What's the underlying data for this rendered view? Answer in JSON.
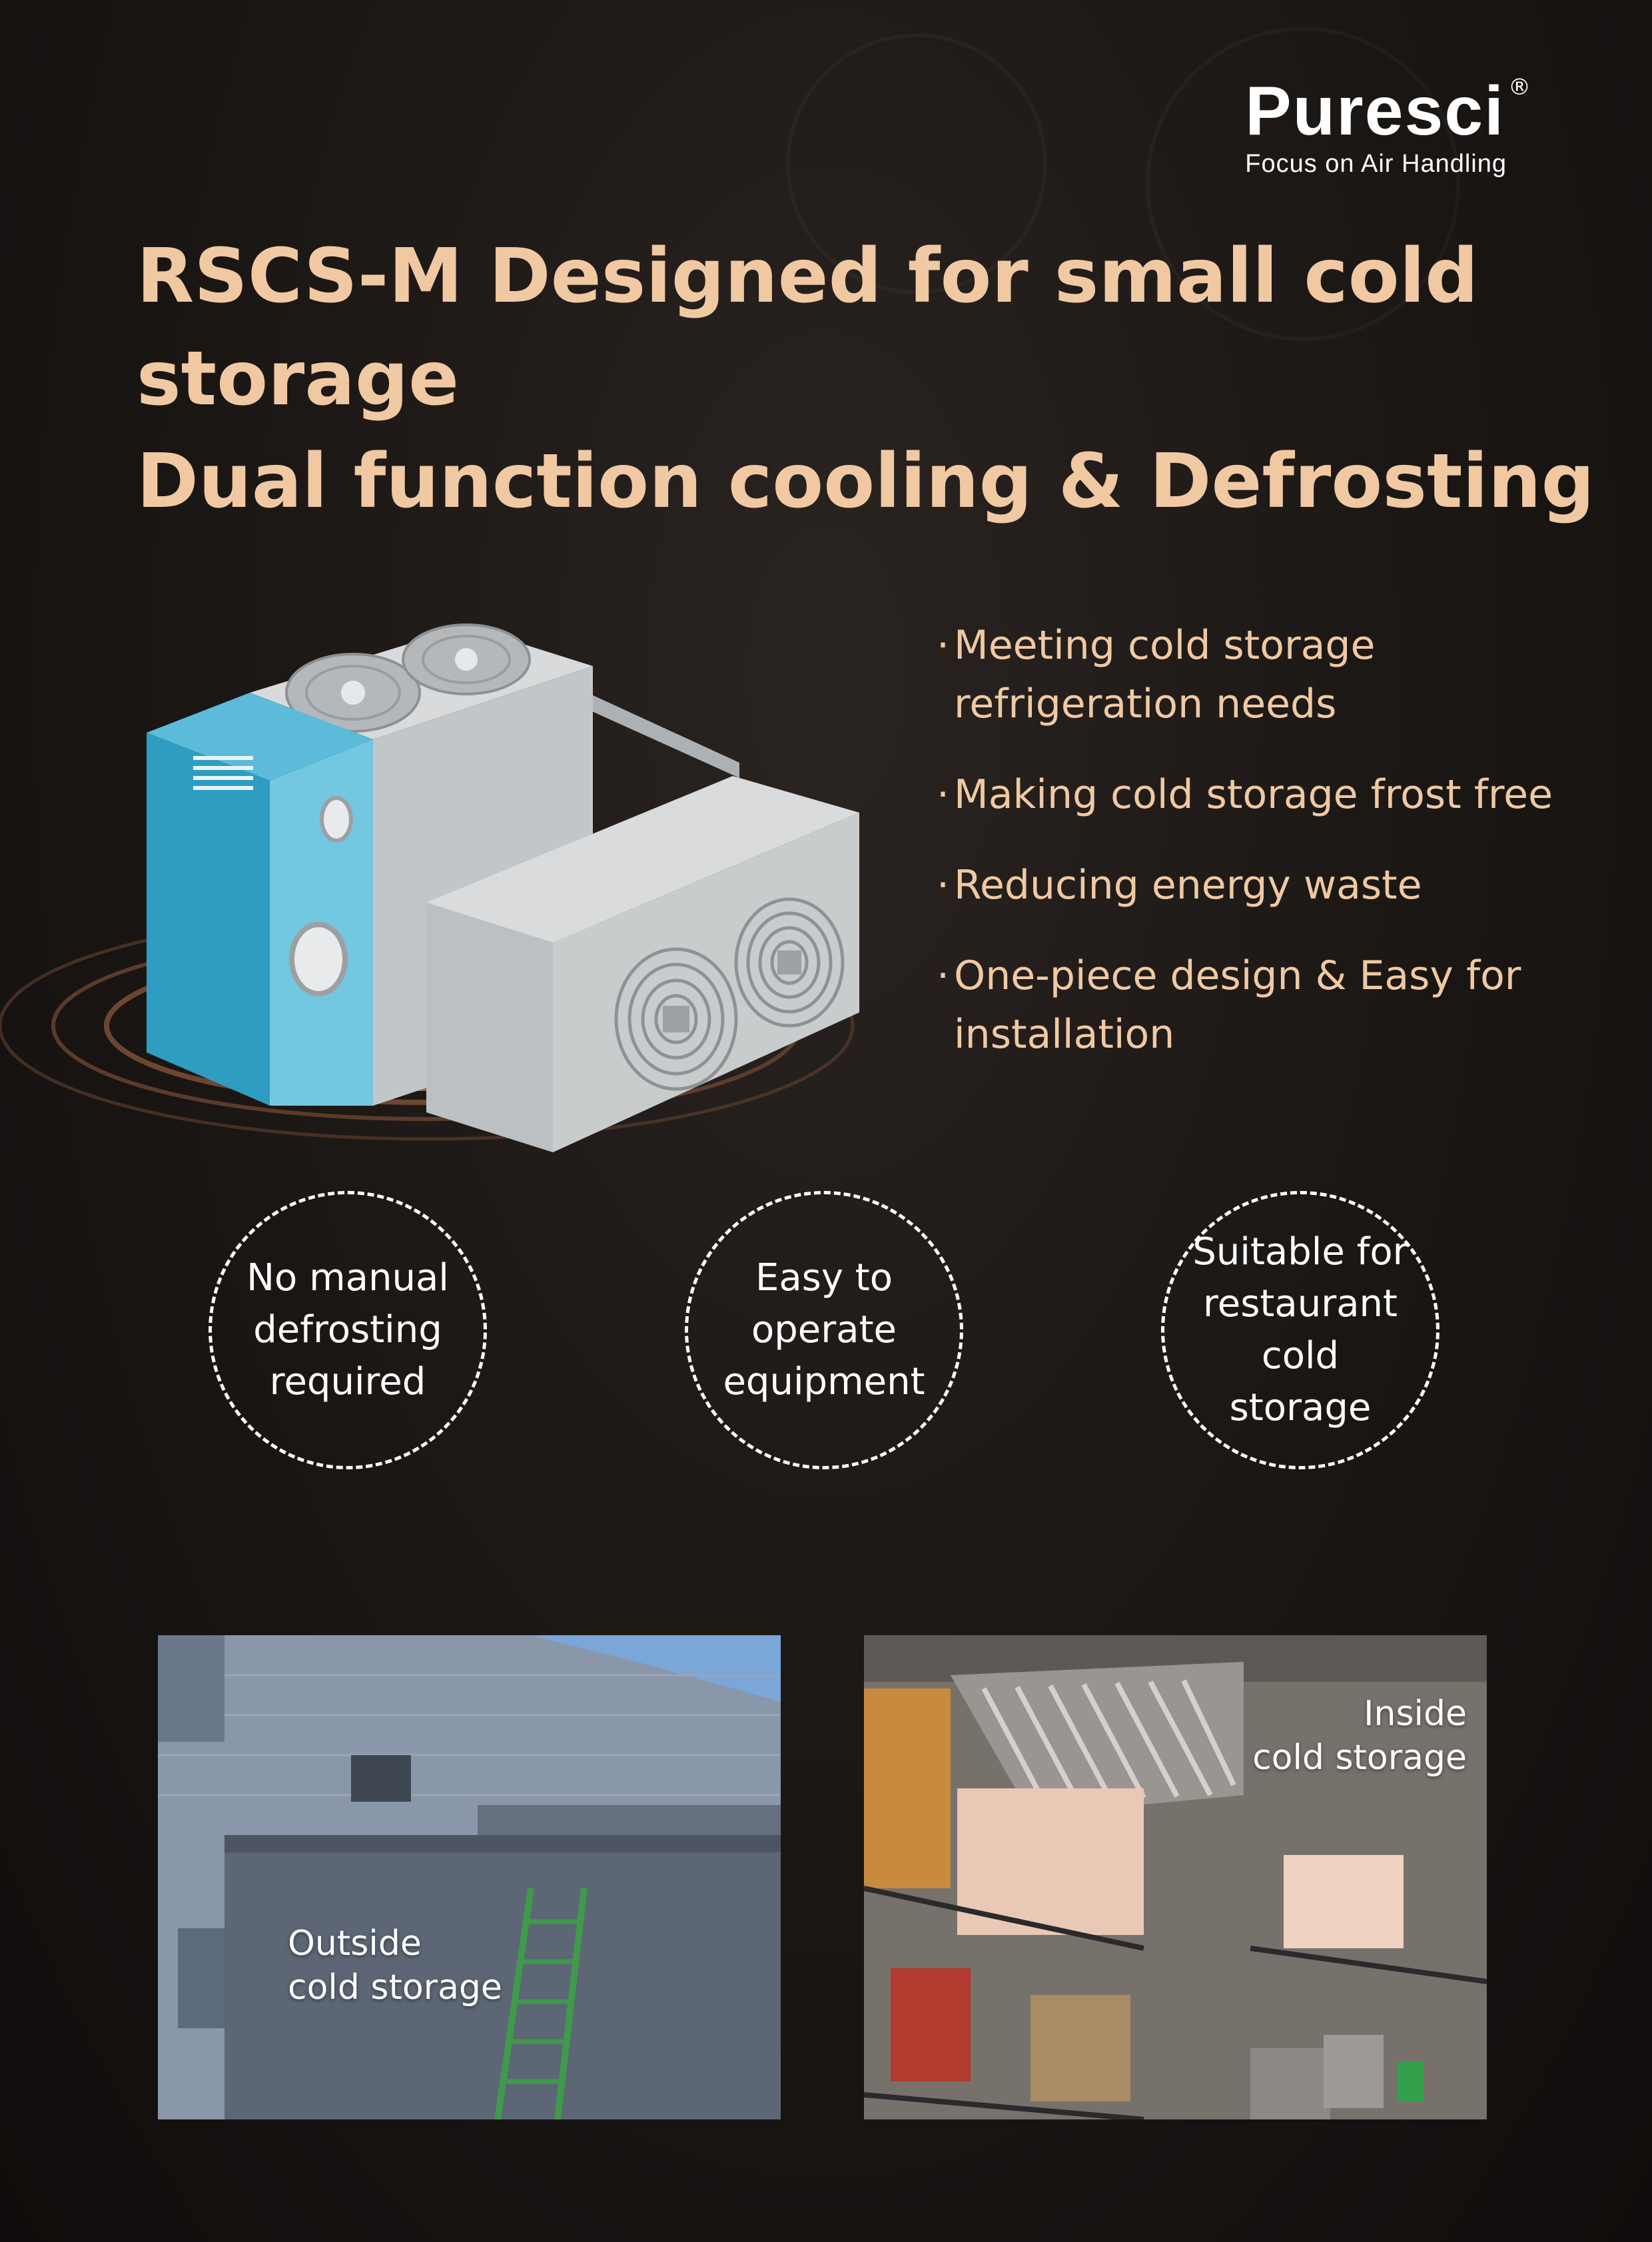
{
  "brand": {
    "name": "Puresci",
    "registered_mark": "®",
    "tagline": "Focus on Air Handling"
  },
  "headline": {
    "line1": "RSCS-M Designed for small cold",
    "line2": "storage",
    "line3": "Dual function cooling & Defrosting"
  },
  "features": [
    "Meeting cold storage refrigeration needs",
    "Making cold storage frost free",
    "Reducing energy waste",
    "One-piece design & Easy for installation"
  ],
  "badges": [
    "No manual defrosting required",
    "Easy to operate equipment",
    "Suitable for restaurant cold storage"
  ],
  "photos": {
    "outside_label_line1": "Outside",
    "outside_label_line2": "cold storage",
    "inside_label_line1": "Inside",
    "inside_label_line2": "cold storage"
  },
  "colors": {
    "headline": "#f0c9a3",
    "background": "#1a1614",
    "unit_blue": "#3aa6c9",
    "unit_gray": "#c9ccce"
  }
}
